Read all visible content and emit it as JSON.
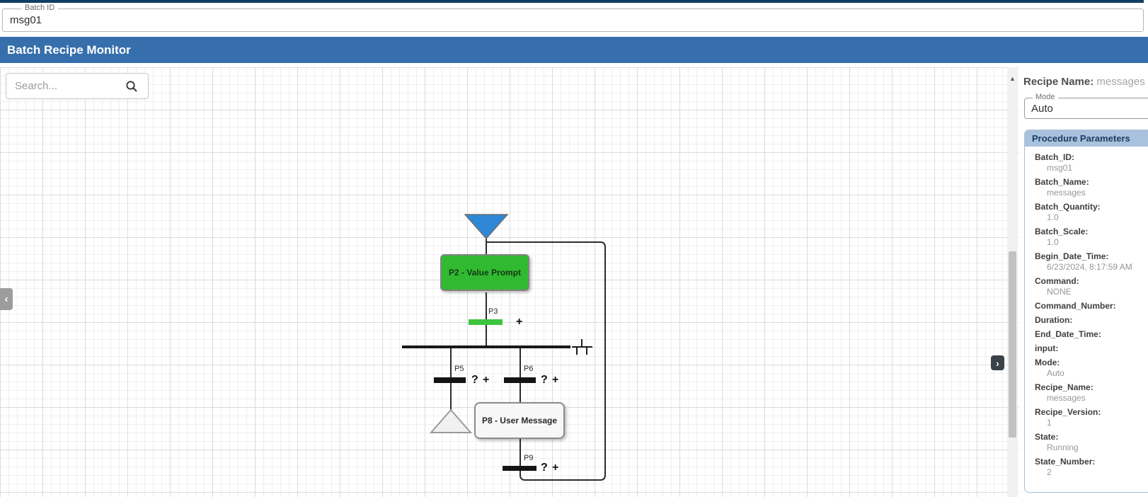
{
  "colors": {
    "top_strip": "#123e63",
    "header_bg": "#366fac",
    "step_active_green": "#31ba31",
    "transition_active_green": "#3ec43e",
    "initial_step_blue": "#2f87d8",
    "params_header_bg": "#a8c2dd",
    "params_header_text": "#1c3d64"
  },
  "batch_id_field": {
    "label": "Batch ID",
    "value": "msg01"
  },
  "header": {
    "title": "Batch Recipe Monitor"
  },
  "canvas": {
    "search": {
      "placeholder": "Search...",
      "icon": "magnifier"
    },
    "controls": {
      "collapse_left_glyph": "‹",
      "expand_right_glyph": "›",
      "scroll_up_glyph": "▲"
    }
  },
  "sfc": {
    "steps": [
      {
        "id": "P2",
        "label": "P2 - Value Prompt",
        "state": "active"
      },
      {
        "id": "P8",
        "label": "P8 - User Message",
        "state": "idle"
      }
    ],
    "transitions": [
      {
        "id": "P3",
        "active": true
      },
      {
        "id": "P5",
        "active": false
      },
      {
        "id": "P6",
        "active": false
      },
      {
        "id": "P9",
        "active": false
      }
    ],
    "icons": {
      "query": "?",
      "plus": "+"
    }
  },
  "panel": {
    "recipe_name_label": "Recipe Name:",
    "recipe_name_value": "messages",
    "mode_field": {
      "label": "Mode",
      "value": "Auto"
    },
    "parameters_title": "Procedure Parameters",
    "parameters": [
      {
        "name": "Batch_ID:",
        "value": "msg01"
      },
      {
        "name": "Batch_Name:",
        "value": "messages"
      },
      {
        "name": "Batch_Quantity:",
        "value": "1.0"
      },
      {
        "name": "Batch_Scale:",
        "value": "1.0"
      },
      {
        "name": "Begin_Date_Time:",
        "value": "6/23/2024, 8:17:59 AM"
      },
      {
        "name": "Command:",
        "value": "NONE"
      },
      {
        "name": "Command_Number:",
        "value": ""
      },
      {
        "name": "Duration:",
        "value": ""
      },
      {
        "name": "End_Date_Time:",
        "value": ""
      },
      {
        "name": "input:",
        "value": ""
      },
      {
        "name": "Mode:",
        "value": "Auto"
      },
      {
        "name": "Recipe_Name:",
        "value": "messages"
      },
      {
        "name": "Recipe_Version:",
        "value": "1"
      },
      {
        "name": "State:",
        "value": "Running"
      },
      {
        "name": "State_Number:",
        "value": "2"
      }
    ]
  }
}
